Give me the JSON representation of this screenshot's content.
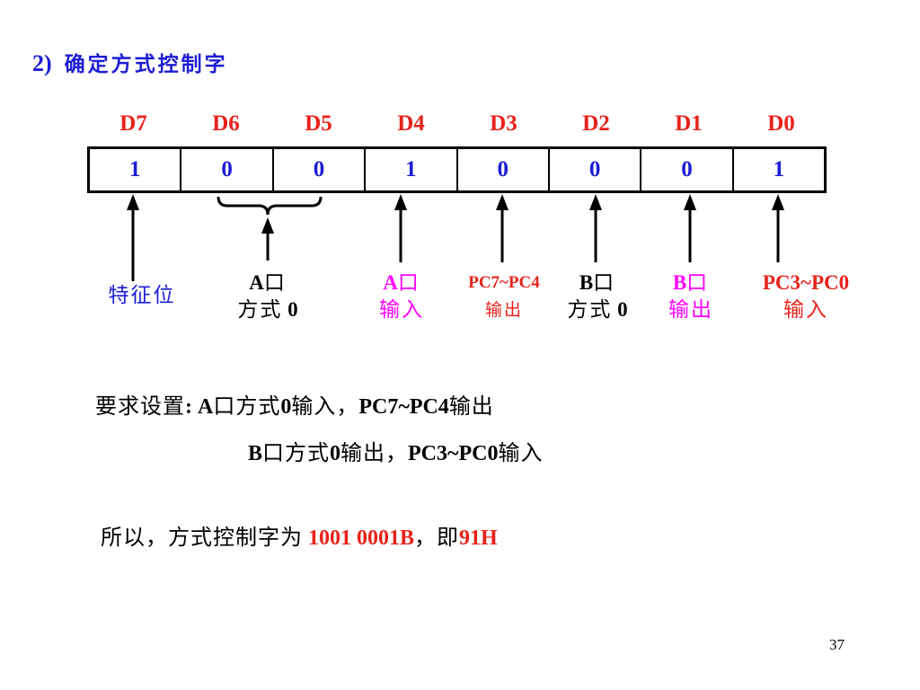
{
  "title": {
    "num": "2)",
    "text": "确定方式控制字"
  },
  "bits": {
    "labels": [
      "D7",
      "D6",
      "D5",
      "D4",
      "D3",
      "D2",
      "D1",
      "D0"
    ],
    "values": [
      "1",
      "0",
      "0",
      "1",
      "0",
      "0",
      "0",
      "1"
    ]
  },
  "annotations": {
    "d7": {
      "line1": "特征位"
    },
    "a_mode": {
      "line1_latin": "A",
      "line1_cn": "口",
      "line2_cn": "方式",
      "line2_latin": " 0"
    },
    "a_dir": {
      "line1_latin": "A",
      "line1_cn": "口",
      "line2_cn": "输入"
    },
    "pc_high": {
      "line1": "PC7~PC4",
      "line2_cn": "输出"
    },
    "b_mode": {
      "line1_latin": "B",
      "line1_cn": "口",
      "line2_cn": "方式",
      "line2_latin": " 0"
    },
    "b_dir": {
      "line1_latin": "B",
      "line1_cn": "口",
      "line2_cn": "输出"
    },
    "pc_low": {
      "line1": "PC3~PC0",
      "line2_cn": "输入"
    }
  },
  "colors": {
    "blue": "#1c1cd6",
    "red": "#e8221a",
    "magenta": "#ff00ff",
    "black": "#000000"
  },
  "requirement": {
    "prefix_cn": "要求设置",
    "colon": ":",
    "line1": {
      "a": "A",
      "cn1": "口方式",
      "n": "0",
      "cn2": "输入，",
      "pc": "PC7~PC4",
      "cn3": "输出"
    },
    "line2": {
      "b": "B",
      "cn1": "口方式",
      "n": "0",
      "cn2": "输出，",
      "pc": "PC3~PC0",
      "cn3": "输入"
    }
  },
  "conclusion": {
    "prefix_cn": "所以，方式控制字为",
    "binary": "1001 0001B",
    "comma_cn": "，即",
    "hex": "91H"
  },
  "page_number": "37"
}
